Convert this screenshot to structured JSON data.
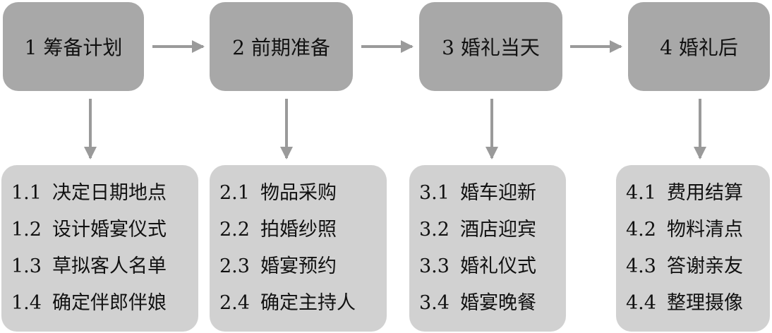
{
  "colors": {
    "phase_box": "#a8a8a8",
    "task_box": "#d1d1d1",
    "arrow": "#9a9a9a"
  },
  "phases": [
    {
      "label": "1  筹备计划",
      "tasks": [
        {
          "num": "1.1",
          "text": "决定日期地点"
        },
        {
          "num": "1.2",
          "text": "设计婚宴仪式"
        },
        {
          "num": "1.3",
          "text": "草拟客人名单"
        },
        {
          "num": "1.4",
          "text": "确定伴郎伴娘"
        }
      ]
    },
    {
      "label": "2  前期准备",
      "tasks": [
        {
          "num": "2.1",
          "text": "物品采购"
        },
        {
          "num": "2.2",
          "text": "拍婚纱照"
        },
        {
          "num": "2.3",
          "text": "婚宴预约"
        },
        {
          "num": "2.4",
          "text": "确定主持人"
        }
      ]
    },
    {
      "label": "3  婚礼当天",
      "tasks": [
        {
          "num": "3.1",
          "text": "婚车迎新"
        },
        {
          "num": "3.2",
          "text": "酒店迎宾"
        },
        {
          "num": "3.3",
          "text": "婚礼仪式"
        },
        {
          "num": "3.4",
          "text": "婚宴晚餐"
        }
      ]
    },
    {
      "label": "4  婚礼后",
      "tasks": [
        {
          "num": "4.1",
          "text": "费用结算"
        },
        {
          "num": "4.2",
          "text": "物料清点"
        },
        {
          "num": "4.3",
          "text": "答谢亲友"
        },
        {
          "num": "4.4",
          "text": "整理摄像"
        }
      ]
    }
  ]
}
